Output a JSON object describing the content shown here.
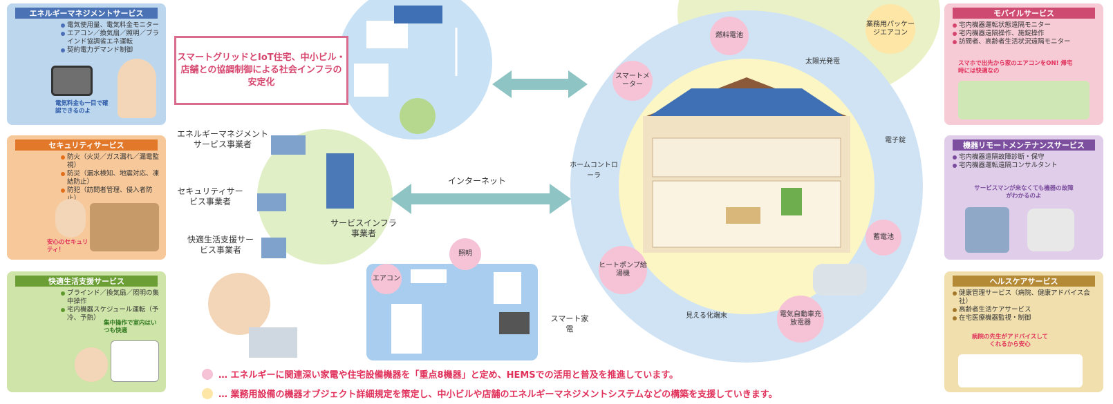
{
  "colors": {
    "pink_dot": "#f6c3d6",
    "yellow_dot": "#fde6a6",
    "accent_red": "#e0305a"
  },
  "left_panels": {
    "energy": {
      "title": "エネルギーマネジメントサービス",
      "items": [
        "電気使用量、電気料金モニター",
        "エアコン／換気扇／照明／ブラインド協調省エネ運転",
        "契約電力デマンド制御"
      ],
      "note": "電気料金も一目で確認できるのよ"
    },
    "security": {
      "title": "セキュリティサービス",
      "items": [
        "防火（火災／ガス漏れ／漏電監視）",
        "防災（漏水検知、地震対応、凍結防止）",
        "防犯（訪問者管理、侵入者防止）"
      ],
      "note": "安心のセキュリティ！"
    },
    "comfort": {
      "title": "快適生活支援サービス",
      "items": [
        "ブラインド／換気扇／照明の集中操作",
        "宅内機器スケジュール運転（予冷、予熱）"
      ],
      "note": "集中操作で室内はいつも快適"
    }
  },
  "right_panels": {
    "mobile": {
      "title": "モバイルサービス",
      "items": [
        "宅内機器運転状態遠隔モニター",
        "宅内機器遠隔操作、施錠操作",
        "訪問者、高齢者生活状況遠隔モニター"
      ],
      "note": "スマホで出先から家のエアコンをON! 帰宅時には快適なの"
    },
    "remote": {
      "title": "機器リモートメンテナンスサービス",
      "items": [
        "宅内機器遠隔故障診断・保守",
        "宅内機器運転遠隔コンサルタント"
      ],
      "note": "サービスマンが来なくても機器の故障がわかるのよ"
    },
    "health": {
      "title": "ヘルスケアサービス",
      "items": [
        "健康管理サービス（病院、健康アドバイス会社）",
        "高齢者生活ケアサービス",
        "在宅医療機器監視・制御"
      ],
      "note": "病院の先生がアドバイスしてくれるから安心"
    }
  },
  "center": {
    "smartgrid": "スマートグリッドとIoT住宅、中小ビル・店舗との協調制御による社会インフラの安定化",
    "providers": {
      "energy": "エネルギーマネジメントサービス事業者",
      "security": "セキュリティサービス事業者",
      "comfort": "快適生活支援サービス事業者",
      "infra": "サービスインフラ事業者"
    },
    "internet": "インターネット",
    "appliances": {
      "light": "照明",
      "aircon": "エアコン",
      "smart": "スマート家電"
    }
  },
  "ring": {
    "fuel_cell": "燃料電池",
    "solar": "太陽光発電",
    "commercial_ac": "業務用パッケージエアコン",
    "smart_meter": "スマートメーター",
    "e_lock": "電子錠",
    "home_controller": "ホームコントローラ",
    "battery": "蓄電池",
    "heat_pump": "ヒートポンプ給湯機",
    "visual_terminal": "見える化端末",
    "ev_charger": "電気自動車充放電器"
  },
  "legend": [
    "… エネルギーに関連深い家電や住宅設備機器を「重点8機器」と定め、HEMSでの活用と普及を推進しています。",
    "… 業務用設備の機器オブジェクト詳細規定を策定し、中小ビルや店舗のエネルギーマネジメントシステムなどの構築を支援していきます。"
  ]
}
